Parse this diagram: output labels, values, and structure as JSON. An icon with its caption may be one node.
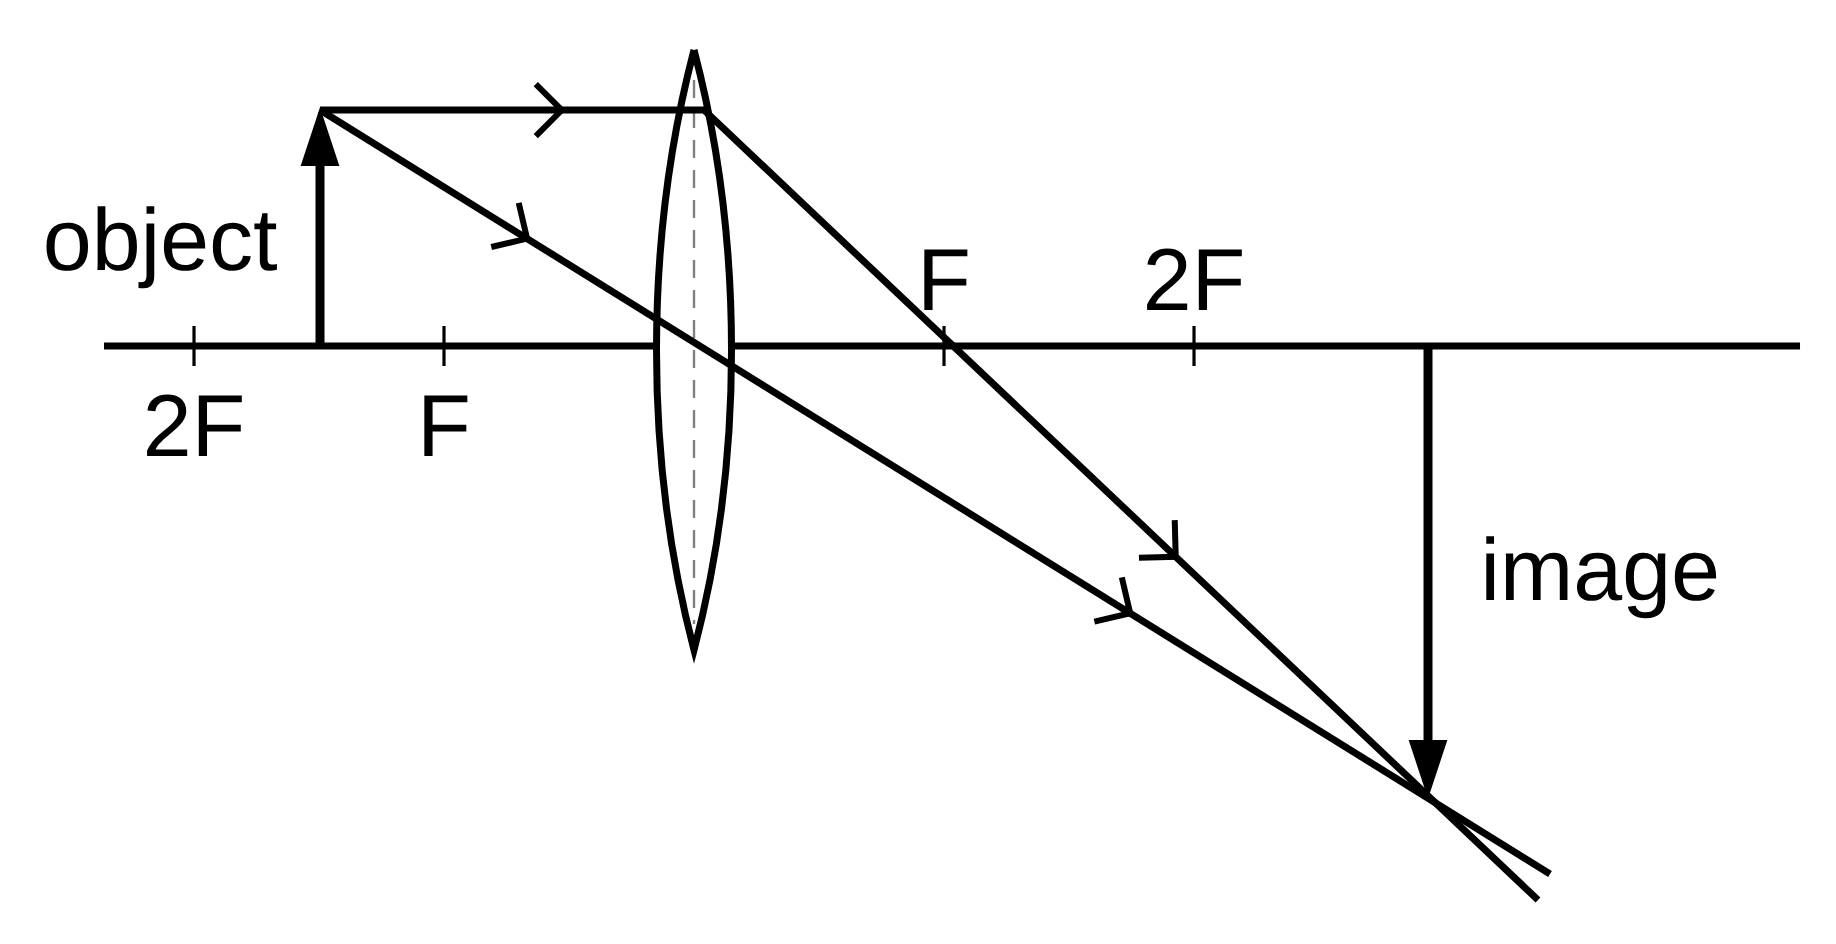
{
  "diagram": {
    "labels": [
      "object",
      "F",
      "2F",
      "2F",
      "F",
      "image"
    ]
  }
}
